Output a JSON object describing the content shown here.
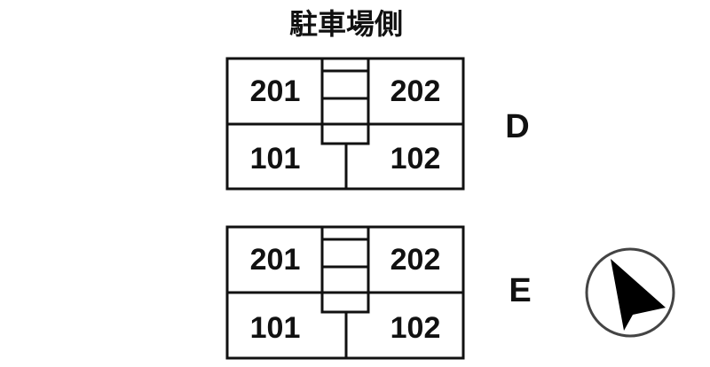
{
  "title": "駐車場側",
  "buildings": [
    {
      "label": "D",
      "units": {
        "top_left": "201",
        "top_right": "202",
        "bottom_left": "101",
        "bottom_right": "102"
      }
    },
    {
      "label": "E",
      "units": {
        "top_left": "201",
        "top_right": "202",
        "bottom_left": "101",
        "bottom_right": "102"
      }
    }
  ],
  "compass": {
    "icon": "north-arrow-icon"
  }
}
